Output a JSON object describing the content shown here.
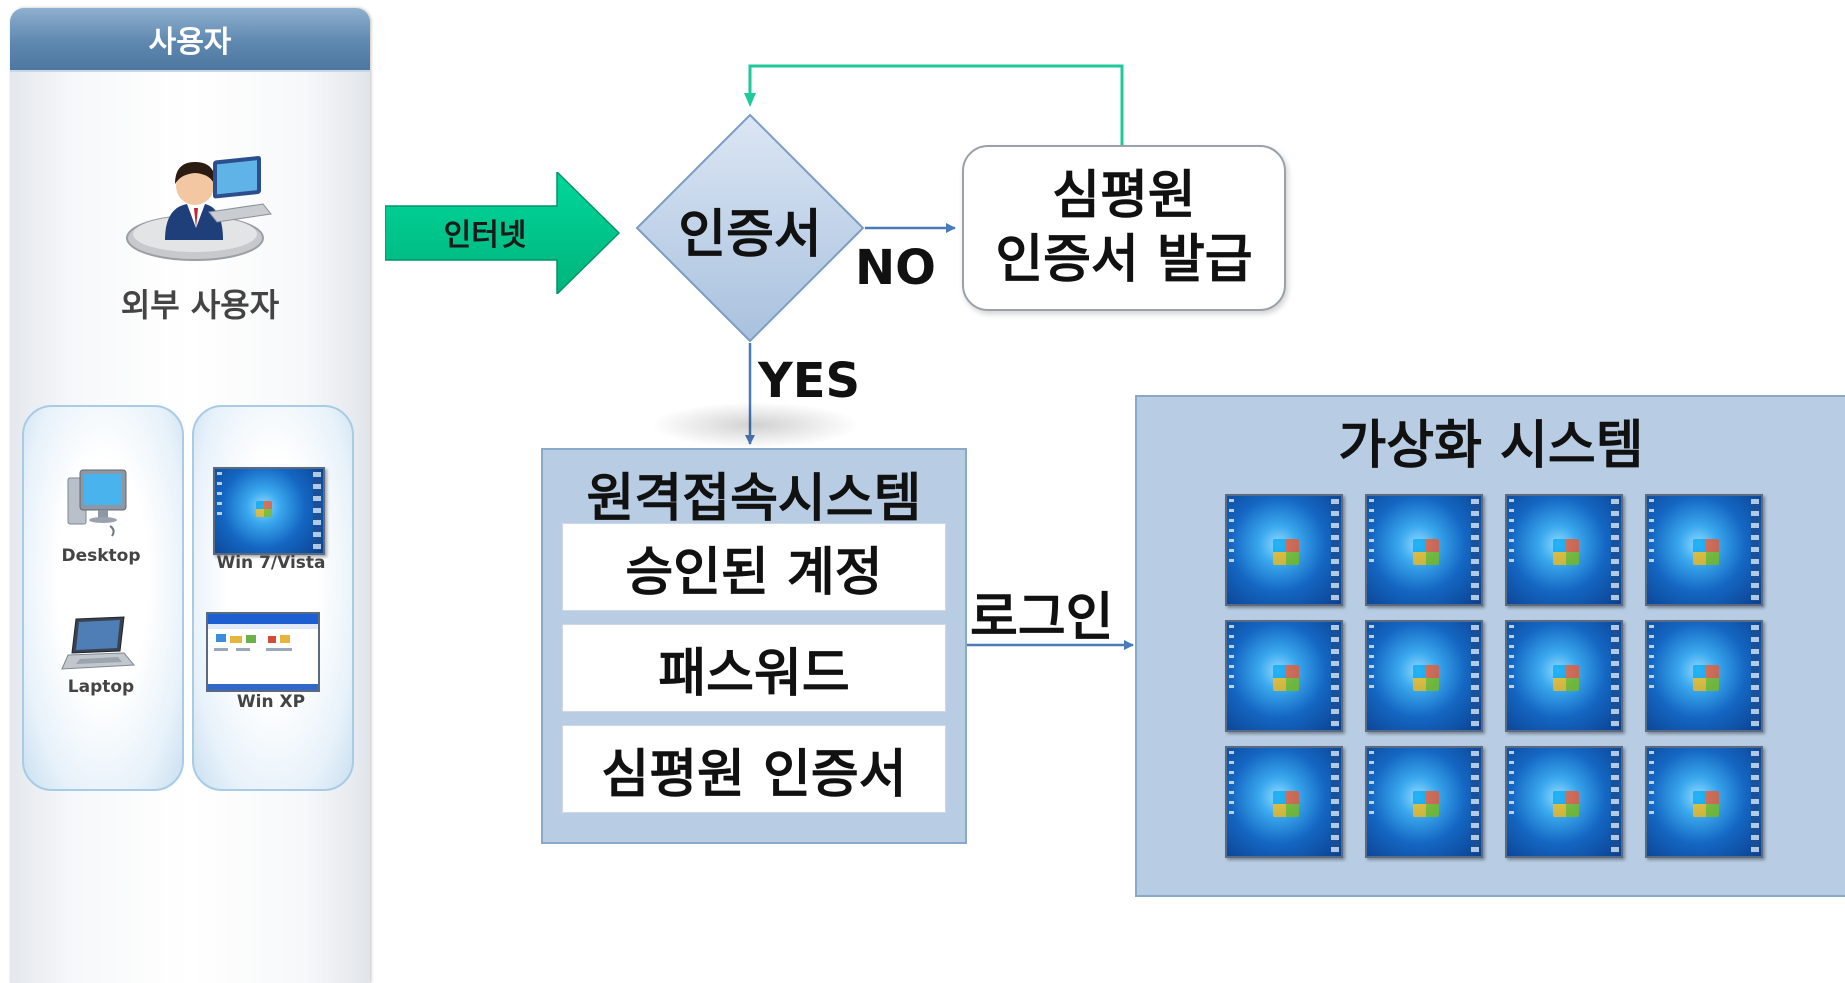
{
  "user_panel": {
    "header": "사용자",
    "user_label": "외부 사용자",
    "devices": {
      "desktop": "Desktop",
      "laptop": "Laptop",
      "win7": "Win 7/Vista",
      "winxp": "Win XP"
    }
  },
  "flow": {
    "internet": "인터넷",
    "certificate": "인증서",
    "no": "NO",
    "yes": "YES",
    "issue_line1": "심평원",
    "issue_line2": "인증서 발급",
    "login": "로그인"
  },
  "remote_system": {
    "title": "원격접속시스템",
    "items": [
      "승인된 계정",
      "패스워드",
      "심평원 인증서"
    ]
  },
  "virtualization": {
    "title": "가상화 시스템",
    "vm_rows": 3,
    "vm_cols": 4
  },
  "colors": {
    "header_blue": "#5f88b0",
    "arrow_green": "#00c48c",
    "loop_line": "#1ec99a",
    "connector_blue": "#4a7ab8",
    "diamond_fill": "#c4d6ec",
    "system_box": "#b8cde4"
  },
  "icons": [
    "user-at-laptop-icon",
    "desktop-computer-icon",
    "laptop-icon",
    "windows7-screen-icon",
    "windowsxp-screen-icon"
  ]
}
